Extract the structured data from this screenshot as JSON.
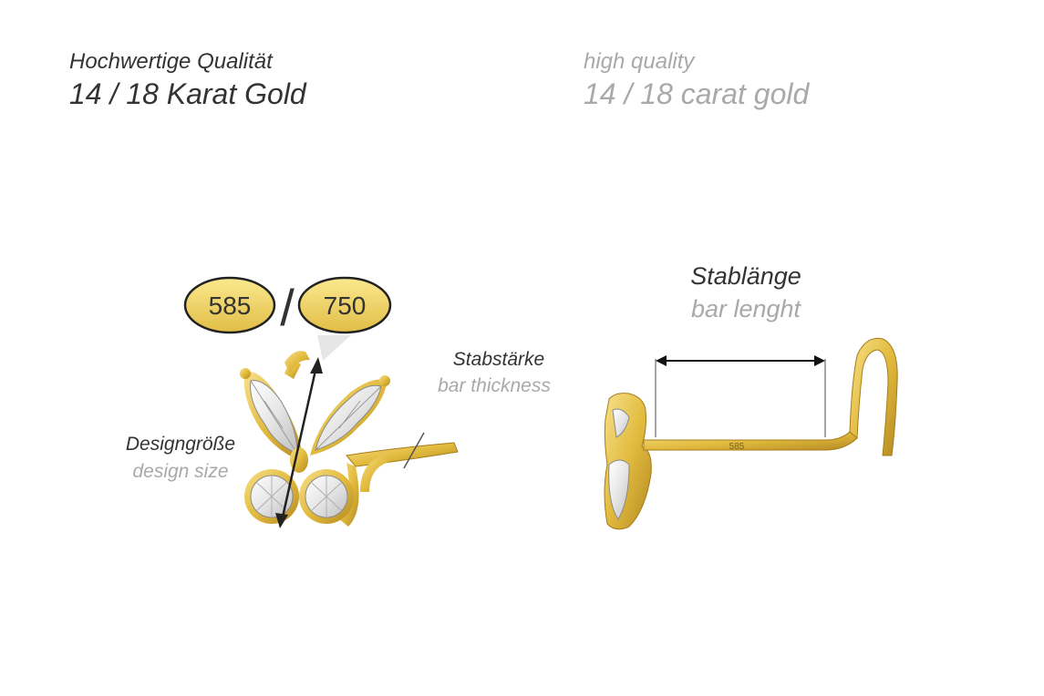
{
  "header": {
    "de_line1": "Hochwertige Qualität",
    "de_line2": "14 / 18 Karat Gold",
    "en_line1": "high quality",
    "en_line2": "14 / 18 carat gold"
  },
  "stamps": {
    "left": "585",
    "separator": "/",
    "right": "750"
  },
  "labels": {
    "bar_thickness_de": "Stabstärke",
    "bar_thickness_en": "bar thickness",
    "design_size_de": "Designgröße",
    "design_size_en": "design size",
    "bar_length_de": "Stablänge",
    "bar_length_en": "bar lenght",
    "bar_mark": "585"
  },
  "colors": {
    "gold": "#e8c44a",
    "gold_dark": "#b8912a",
    "stamp_fill": "#f2d669",
    "text_dark": "#333333",
    "text_grey": "#a9a9a9"
  }
}
